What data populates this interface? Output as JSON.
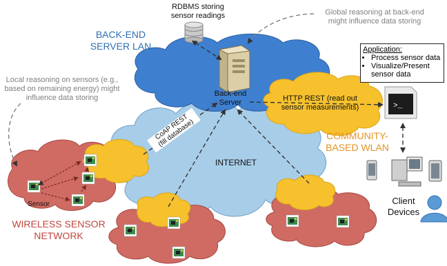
{
  "colors": {
    "backend_cloud": "#3f7fcf",
    "internet_cloud": "#a8cde9",
    "wsn_cloud": "#cf6b63",
    "wlan_cloud": "#f6c12d",
    "arrow": "#333333",
    "annotation": "#7f7f7f"
  },
  "labels": {
    "rdbms": "RDBMS storing\nsensor readings",
    "global_reasoning": "Global reasoning at back-end\nmight influence data storing",
    "backend_lan": "BACK-END\nSERVER LAN",
    "backend_server": "Back-end\nServer",
    "local_reasoning": "Local reasoning on sensors (e.g.,\nbased on remaining energy) might\ninfluence data storing",
    "coap": "CoAP REST\n(fill database)",
    "http": "HTTP REST (read out\nsensor measurements)",
    "community": "COMMUNITY-\nBASED WLAN",
    "internet": "INTERNET",
    "sensor": "Sensor",
    "wsn": "WIRELESS SENSOR\nNETWORK",
    "client_devices": "Client\nDevices"
  },
  "application": {
    "title": "Application:",
    "items": [
      "Process sensor data",
      "Visualize/Present\nsensor data"
    ]
  },
  "icons": [
    "database-icon",
    "server-icon",
    "terminal-icon",
    "sensor-board-icon",
    "phone-icon",
    "desktop-icon",
    "tablet-icon",
    "user-icon"
  ]
}
